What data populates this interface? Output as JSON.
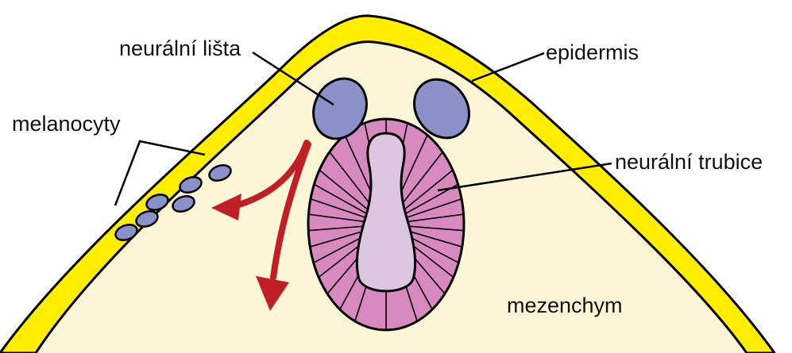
{
  "labels": {
    "neural_crest": "neurální lišta",
    "epidermis": "epidermis",
    "melanocytes": "melanocyty",
    "neural_tube": "neurální trubice",
    "mesenchyme": "mezenchym"
  },
  "colors": {
    "epidermis": "#ffee00",
    "mesenchyme": "#fcf6d6",
    "neural_crest": "#8a91c9",
    "neural_tube_wall": "#d889bf",
    "neural_tube_lumen": "#dcc6e0",
    "migration_arrow": "#c01f25",
    "outline": "#000000"
  }
}
